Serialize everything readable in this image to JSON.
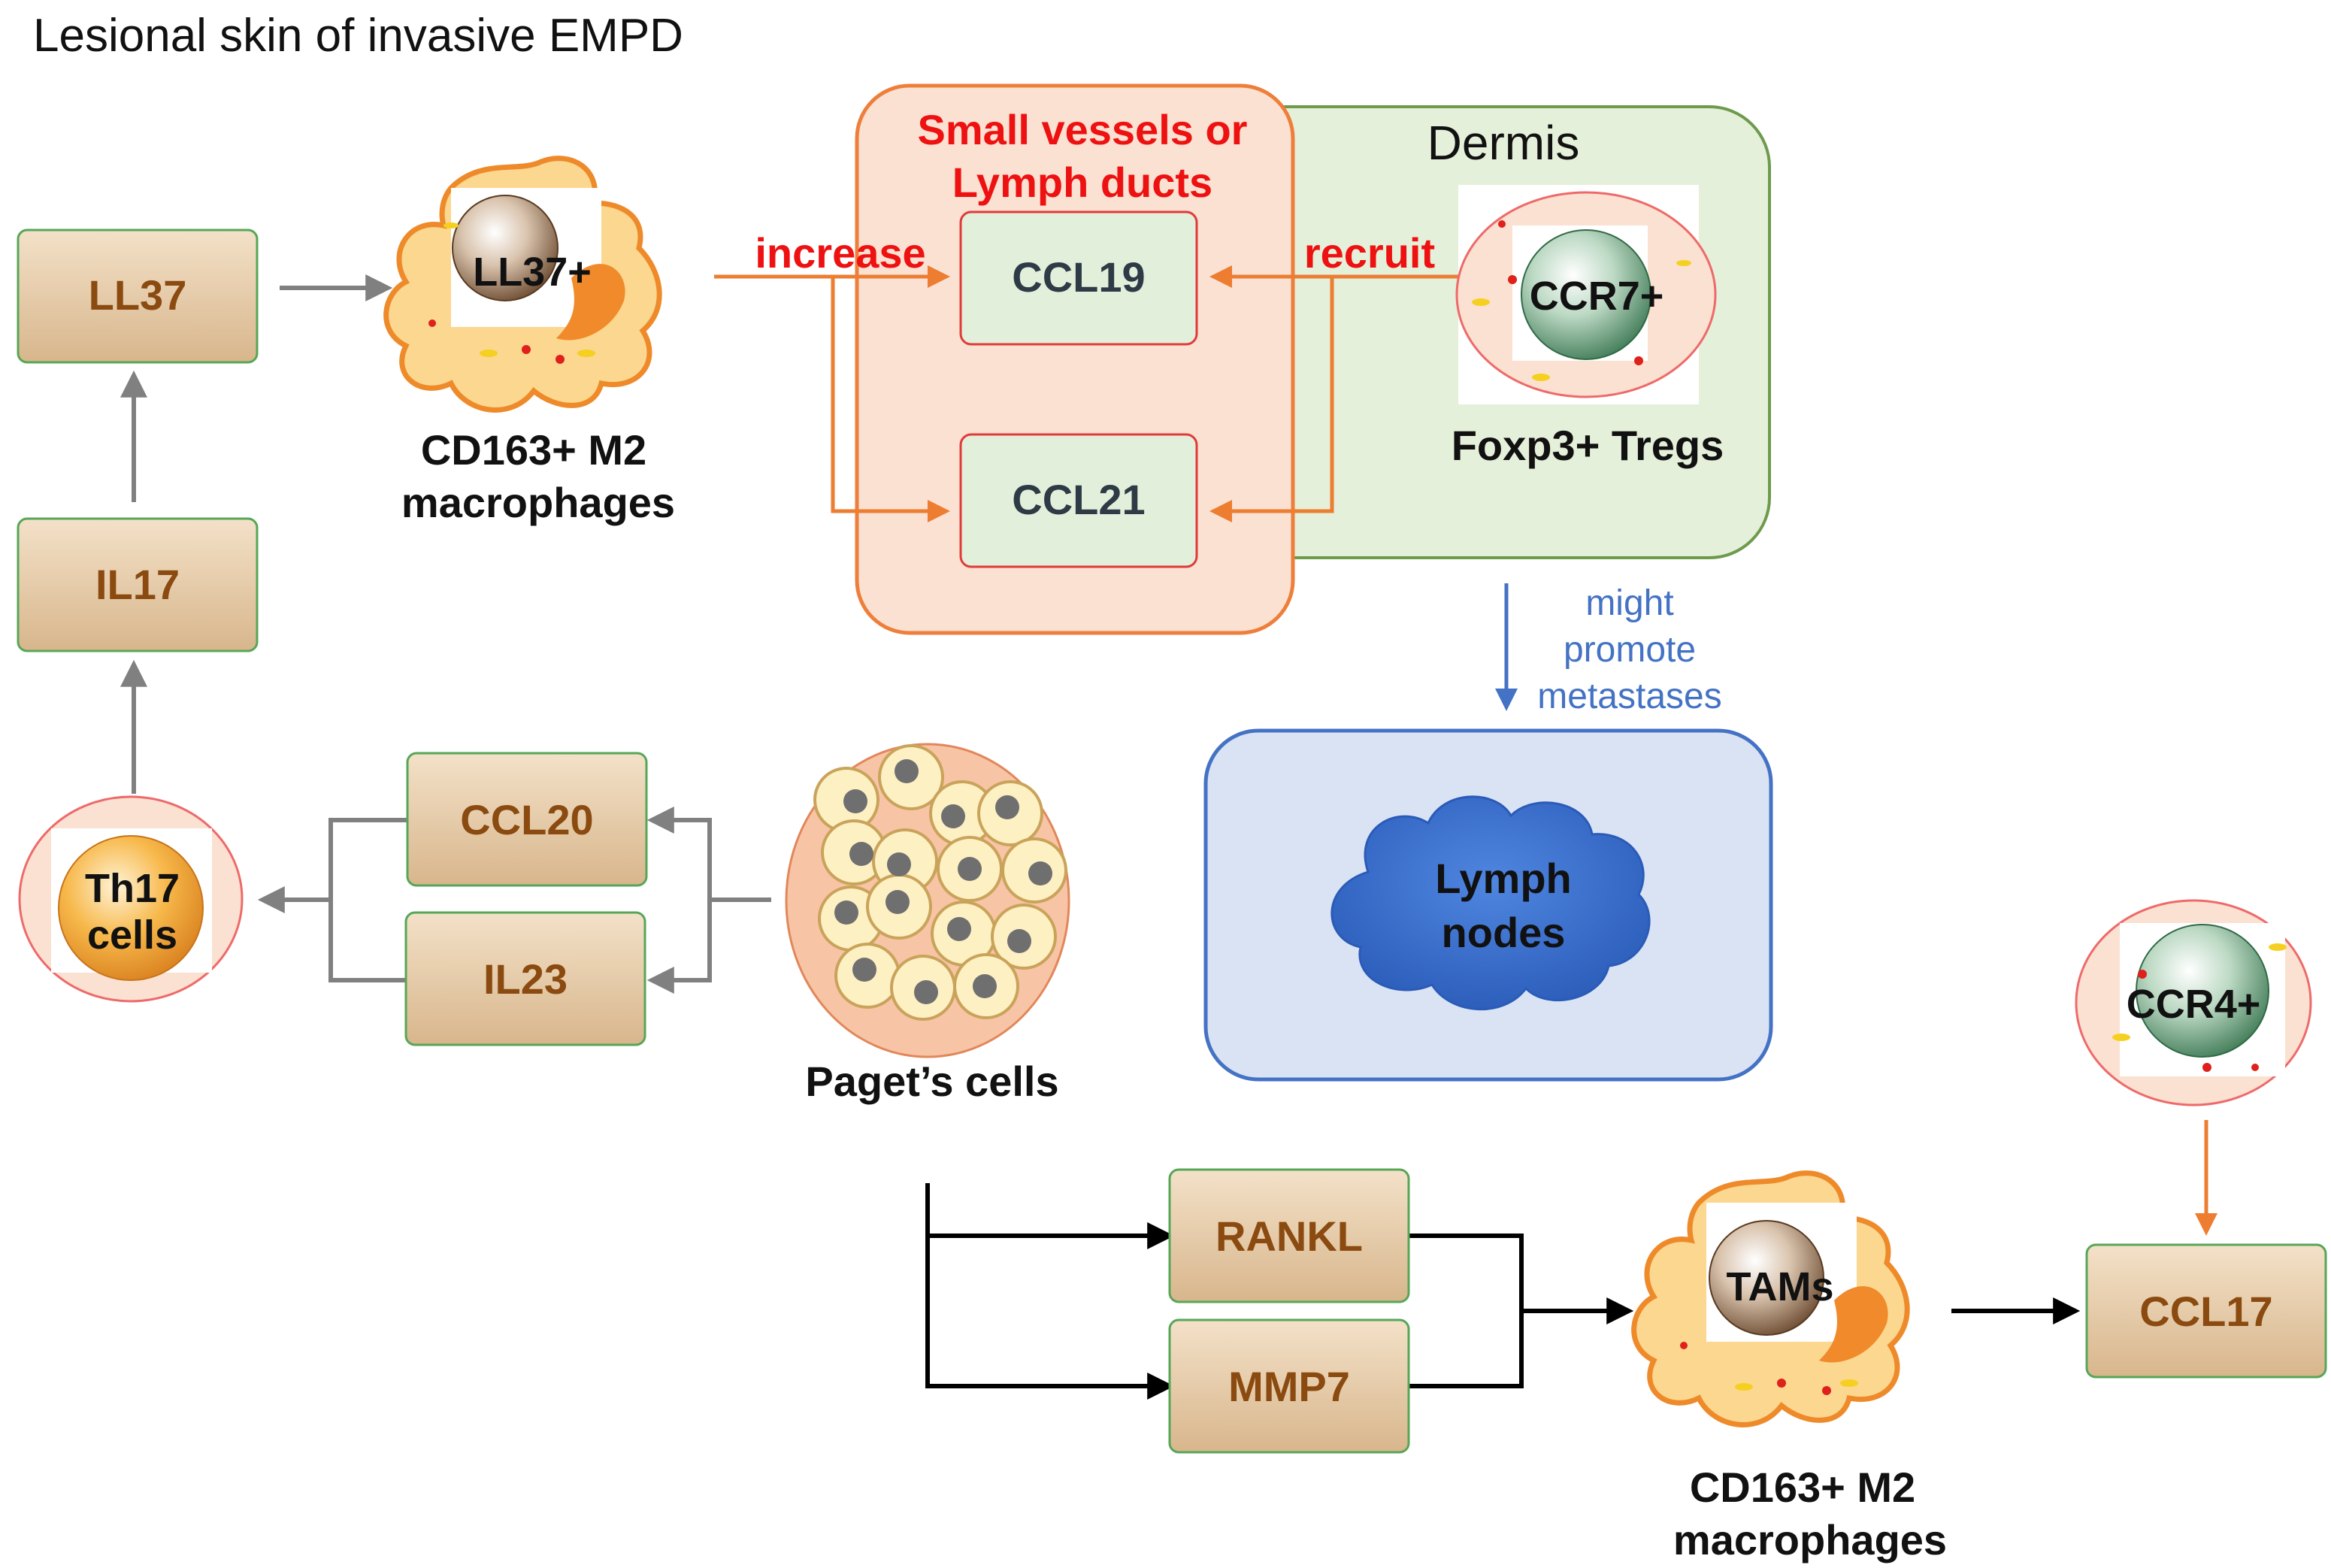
{
  "title": "Lesional skin of invasive EMPD",
  "regions": {
    "vessels": [
      "Small vessels or",
      "Lymph ducts"
    ],
    "dermis": "Dermis"
  },
  "boxes": {
    "ll37": "LL37",
    "il17": "IL17",
    "ccl20": "CCL20",
    "il23": "IL23",
    "ccl19": "CCL19",
    "ccl21": "CCL21",
    "rankl": "RANKL",
    "mmp7": "MMP7",
    "ccl17": "CCL17"
  },
  "cells": {
    "ll37_macrophage": "LL37+",
    "ccr7_treg": "CCR7+",
    "th17": [
      "Th17",
      "cells"
    ],
    "tams": "TAMs",
    "ccr4": "CCR4+"
  },
  "captions": {
    "m2_top": [
      "CD163+ M2",
      "macrophages"
    ],
    "tregs": "Foxp3+ Tregs",
    "paget": "Paget’s cells",
    "m2_bottom": [
      "CD163+ M2",
      "macrophages"
    ]
  },
  "edge_labels": {
    "increase": "increase",
    "recruit": "recruit",
    "metastasis": [
      "might",
      "promote",
      "metastases"
    ]
  },
  "lymph_nodes": [
    "Lymph",
    "nodes"
  ],
  "colors": {
    "box_fill": "#e6caa4",
    "box_stroke": "#57a657",
    "box_text": "#8a4a10",
    "vessel_fill": "#fbe1d2",
    "vessel_stroke": "#ee7f3b",
    "dermis_fill": "#e5f0da",
    "dermis_stroke": "#6e9a4c",
    "ccl_fill": "#e2efda",
    "ccl_stroke": "#e03a3a",
    "orange_arrow": "#ed7d31",
    "gray_arrow": "#808080",
    "blue": "#4472c4",
    "lymph_fill": "#dae3f3",
    "cloud_fill": "#3a6fd0",
    "red_label": "#ee1111"
  }
}
